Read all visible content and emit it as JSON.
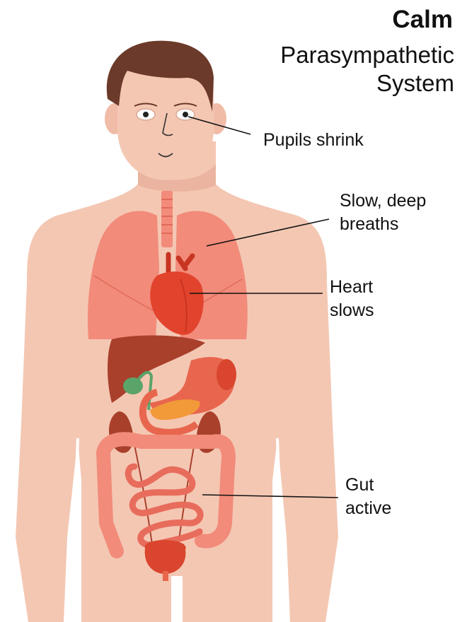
{
  "title": {
    "main": "Calm",
    "sub_line1": "Parasympathetic",
    "sub_line2": "System"
  },
  "labels": {
    "pupils": "Pupils shrink",
    "breath_line1": "Slow, deep",
    "breath_line2": "breaths",
    "heart_line1": "Heart",
    "heart_line2": "slows",
    "gut_line1": "Gut",
    "gut_line2": "active"
  },
  "colors": {
    "skin": "#f4c7b3",
    "skin_shadow": "#eab4a0",
    "hair": "#6b3a2a",
    "lung": "#f28b7a",
    "heart": "#e2432c",
    "liver": "#a8402c",
    "stomach": "#e8664e",
    "gallbladder": "#5aa46a",
    "pancreas": "#f29a3a",
    "intestine": "#e86c5c",
    "bladder": "#d9452e",
    "leader_line": "#111111"
  }
}
